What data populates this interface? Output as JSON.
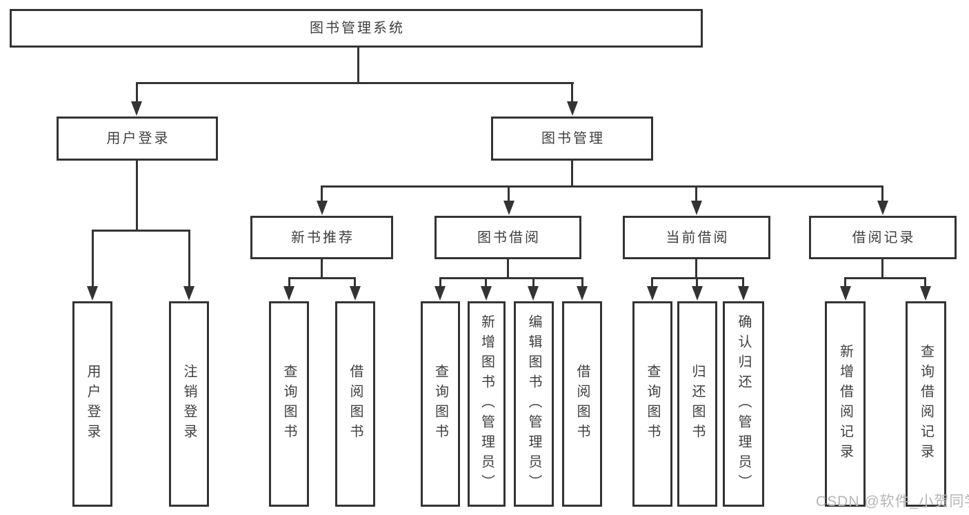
{
  "tree": {
    "label": "图书管理系统",
    "children": [
      {
        "label": "用户登录",
        "children": [
          {
            "label": "用户登录"
          },
          {
            "label": "注销登录"
          }
        ]
      },
      {
        "label": "图书管理",
        "children": [
          {
            "label": "新书推荐",
            "children": [
              {
                "label": "查询图书"
              },
              {
                "label": "借阅图书"
              }
            ]
          },
          {
            "label": "图书借阅",
            "children": [
              {
                "label": "查询图书"
              },
              {
                "label": "新增图书（管理员）"
              },
              {
                "label": "编辑图书（管理员）"
              },
              {
                "label": "借阅图书"
              }
            ]
          },
          {
            "label": "当前借阅",
            "children": [
              {
                "label": "查询图书"
              },
              {
                "label": "归还图书"
              },
              {
                "label": "确认归还（管理员）"
              }
            ]
          },
          {
            "label": "借阅记录",
            "children": [
              {
                "label": "新增借阅记录"
              },
              {
                "label": "查询借阅记录"
              }
            ]
          }
        ]
      }
    ]
  },
  "watermark": "CSDN @软件_小贺同学",
  "colors": {
    "line": "#333333",
    "text": "#3f3f3f",
    "watermark": "#b5b5b5",
    "background": "#ffffff"
  }
}
